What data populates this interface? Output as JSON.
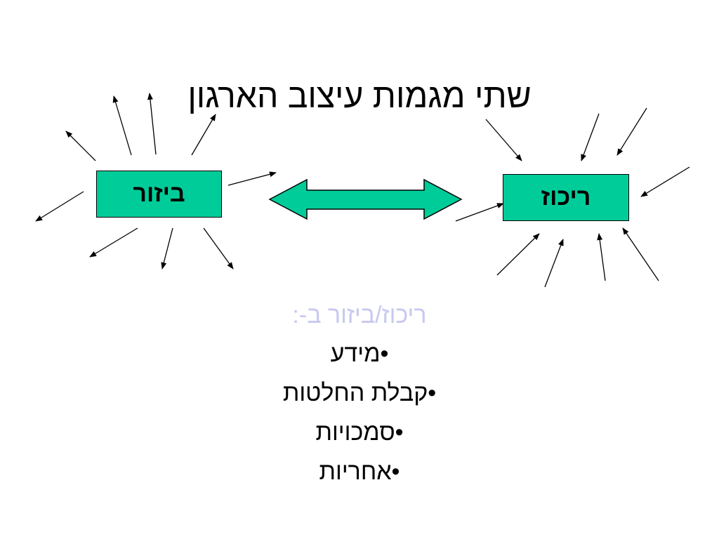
{
  "slide": {
    "title": "שתי מגמות עיצוב הארגון"
  },
  "diagram": {
    "left_node": "ביזור",
    "right_node": "ריכוז",
    "box_color": "#00cc99",
    "heading_color": "#c8c8f0"
  },
  "list": {
    "heading": "ריכוז/ביזור ב-:",
    "items": [
      "•מידע",
      "•קבלת החלטות",
      "•סמכויות",
      "•אחריות"
    ]
  }
}
